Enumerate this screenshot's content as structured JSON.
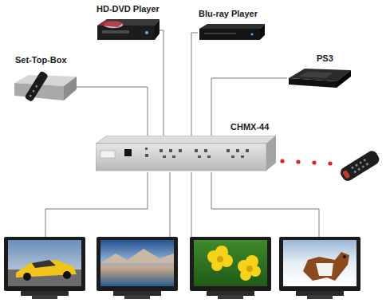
{
  "diagram": {
    "nodes": [
      {
        "text": [
          "HD-DVD Player"
        ]
      },
      {
        "text": [
          "Blu-ray Player"
        ]
      },
      {
        "text": [
          "Set-Top-Box"
        ]
      },
      {
        "text": [
          "PS3"
        ]
      },
      {
        "text": [
          "CHMX-44"
        ]
      }
    ],
    "edges": [
      {
        "from": 0,
        "to": 4,
        "arrow": "none"
      },
      {
        "from": 1,
        "to": 4,
        "arrow": "none"
      },
      {
        "from": 2,
        "to": 4,
        "arrow": "none"
      },
      {
        "from": 3,
        "to": 4,
        "arrow": "none"
      }
    ]
  }
}
